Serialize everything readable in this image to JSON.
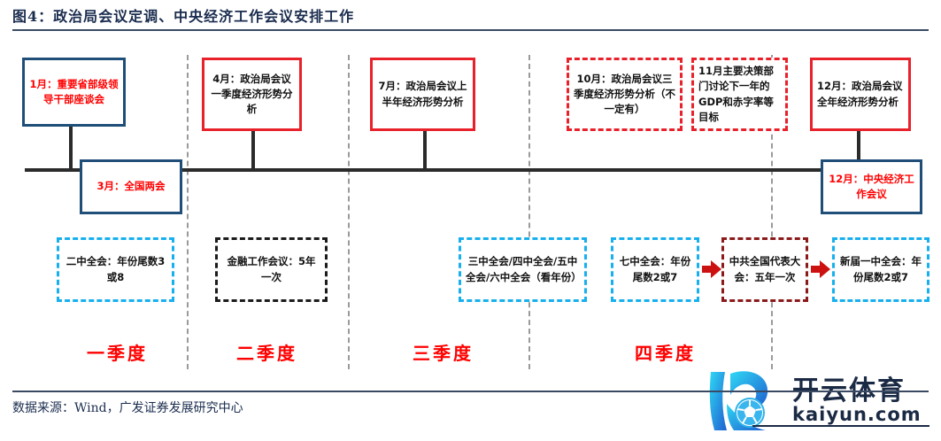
{
  "title": "图4：政治局会议定调、中央经济工作会议安排工作",
  "source": "数据来源：Wind，广发证券发展研究中心",
  "colors": {
    "navy": "#1f4e79",
    "red": "#e8212a",
    "bright_red": "#ff0000",
    "cyan": "#17b0ef",
    "dark_red": "#8b1a1a",
    "axis": "#2b2b2b",
    "divider": "#9a9a9a",
    "title_text": "#1a2c4e"
  },
  "timeline": {
    "above_boxes": [
      {
        "id": "jan",
        "text": "1月：重要省部级领导干部座谈会",
        "border": "solid-navy",
        "text_color": "red",
        "align": "center"
      },
      {
        "id": "apr",
        "text": "4月：政治局会议一季度经济形势分析",
        "border": "solid-red",
        "text_color": "black",
        "align": "center"
      },
      {
        "id": "jul",
        "text": "7月：政治局会议上半年经济形势分析",
        "border": "solid-red",
        "text_color": "black",
        "align": "center"
      },
      {
        "id": "oct",
        "text": "10月：政治局会议三季度经济形势分析（不一定有）",
        "border": "dashed-red",
        "text_color": "black",
        "align": "center"
      },
      {
        "id": "nov",
        "text": "11月主要决策部门讨论下一年的GDP和赤字率等目标",
        "border": "dashed-red",
        "text_color": "black",
        "align": "left"
      },
      {
        "id": "dec1",
        "text": "12月：政治局会议全年经济形势分析",
        "border": "solid-red",
        "text_color": "black",
        "align": "left"
      }
    ],
    "below_boxes": [
      {
        "id": "mar",
        "text": "3月：全国两会",
        "border": "solid-navy",
        "text_color": "red",
        "align": "center"
      },
      {
        "id": "dec2",
        "text": "12月：中央经济工作会议",
        "border": "solid-navy",
        "text_color": "red",
        "align": "center"
      }
    ]
  },
  "plenum_boxes": [
    {
      "id": "p1",
      "text": "二中全会：年份尾数3或8",
      "border": "dashed-cyan",
      "text_color": "black"
    },
    {
      "id": "p2",
      "text": "金融工作会议：5年一次",
      "border": "dashed-black",
      "text_color": "black"
    },
    {
      "id": "p3",
      "text": "三中全会/四中全会/五中全会/六中全会（看年份）",
      "border": "dashed-cyan",
      "text_color": "black"
    },
    {
      "id": "p4",
      "text": "七中全会：年份尾数2或7",
      "border": "dashed-cyan",
      "text_color": "black"
    },
    {
      "id": "p5",
      "text": "中共全国代表大会：五年一次",
      "border": "dashed-dark-red",
      "text_color": "black"
    },
    {
      "id": "p6",
      "text": "新届一中全会：年份尾数2或7",
      "border": "dashed-cyan",
      "text_color": "black"
    }
  ],
  "quarters": [
    {
      "id": "q1",
      "label": "一季度"
    },
    {
      "id": "q2",
      "label": "二季度"
    },
    {
      "id": "q3",
      "label": "三季度"
    },
    {
      "id": "q4",
      "label": "四季度"
    }
  ],
  "watermark": {
    "brand": "开云体育",
    "domain": "kaiyun.com"
  }
}
